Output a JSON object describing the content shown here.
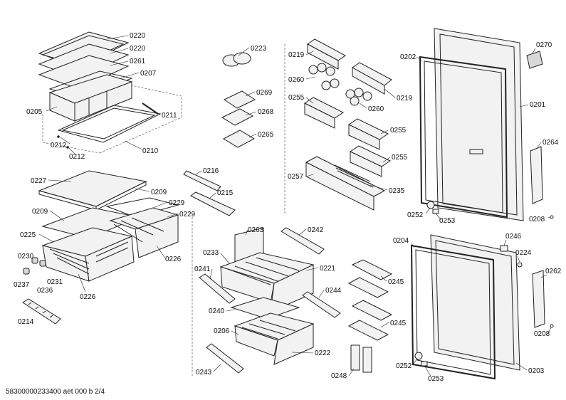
{
  "footer": "58300000233400 aet 000 b 2/4",
  "callouts": [
    {
      "id": "c0220a",
      "text": "0220"
    },
    {
      "id": "c0220b",
      "text": "0220"
    },
    {
      "id": "c0261",
      "text": "0261"
    },
    {
      "id": "c0207",
      "text": "0207"
    },
    {
      "id": "c0205",
      "text": "0205"
    },
    {
      "id": "c0211",
      "text": "0211"
    },
    {
      "id": "c0212a",
      "text": "0212"
    },
    {
      "id": "c0212b",
      "text": "0212"
    },
    {
      "id": "c0210",
      "text": "0210"
    },
    {
      "id": "c0227",
      "text": "0227"
    },
    {
      "id": "c0209a",
      "text": "0209"
    },
    {
      "id": "c0209b",
      "text": "0209"
    },
    {
      "id": "c0229a",
      "text": "0229"
    },
    {
      "id": "c0229b",
      "text": "0229"
    },
    {
      "id": "c0225",
      "text": "0225"
    },
    {
      "id": "c0226a",
      "text": "0226"
    },
    {
      "id": "c0226b",
      "text": "0226"
    },
    {
      "id": "c0230",
      "text": "0230"
    },
    {
      "id": "c0231",
      "text": "0231"
    },
    {
      "id": "c0236",
      "text": "0236"
    },
    {
      "id": "c0237",
      "text": "0237"
    },
    {
      "id": "c0214",
      "text": "0214"
    },
    {
      "id": "c0223",
      "text": "0223"
    },
    {
      "id": "c0269",
      "text": "0269"
    },
    {
      "id": "c0268",
      "text": "0268"
    },
    {
      "id": "c0265",
      "text": "0265"
    },
    {
      "id": "c0216",
      "text": "0216"
    },
    {
      "id": "c0215",
      "text": "0215"
    },
    {
      "id": "c0263",
      "text": "0263"
    },
    {
      "id": "c0242",
      "text": "0242"
    },
    {
      "id": "c0233",
      "text": "0233"
    },
    {
      "id": "c0221",
      "text": "0221"
    },
    {
      "id": "c0241",
      "text": "0241"
    },
    {
      "id": "c0244",
      "text": "0244"
    },
    {
      "id": "c0240",
      "text": "0240"
    },
    {
      "id": "c0206",
      "text": "0206"
    },
    {
      "id": "c0222",
      "text": "0222"
    },
    {
      "id": "c0243",
      "text": "0243"
    },
    {
      "id": "c0219a",
      "text": "0219"
    },
    {
      "id": "c0219b",
      "text": "0219"
    },
    {
      "id": "c0260a",
      "text": "0260"
    },
    {
      "id": "c0260b",
      "text": "0260"
    },
    {
      "id": "c0255a",
      "text": "0255"
    },
    {
      "id": "c0255b",
      "text": "0255"
    },
    {
      "id": "c0255c",
      "text": "0255"
    },
    {
      "id": "c0257",
      "text": "0257"
    },
    {
      "id": "c0235",
      "text": "0235"
    },
    {
      "id": "c0245a",
      "text": "0245"
    },
    {
      "id": "c0245b",
      "text": "0245"
    },
    {
      "id": "c0248",
      "text": "0248"
    },
    {
      "id": "c0202",
      "text": "0202"
    },
    {
      "id": "c0270",
      "text": "0270"
    },
    {
      "id": "c0201",
      "text": "0201"
    },
    {
      "id": "c0264",
      "text": "0264"
    },
    {
      "id": "c0252a",
      "text": "0252"
    },
    {
      "id": "c0253a",
      "text": "0253"
    },
    {
      "id": "c0208a",
      "text": "0208"
    },
    {
      "id": "c0246",
      "text": "0246"
    },
    {
      "id": "c0204",
      "text": "0204"
    },
    {
      "id": "c0224",
      "text": "0224"
    },
    {
      "id": "c0262",
      "text": "0262"
    },
    {
      "id": "c0208b",
      "text": "0208"
    },
    {
      "id": "c0252b",
      "text": "0252"
    },
    {
      "id": "c0253b",
      "text": "0253"
    },
    {
      "id": "c0203",
      "text": "0203"
    }
  ]
}
